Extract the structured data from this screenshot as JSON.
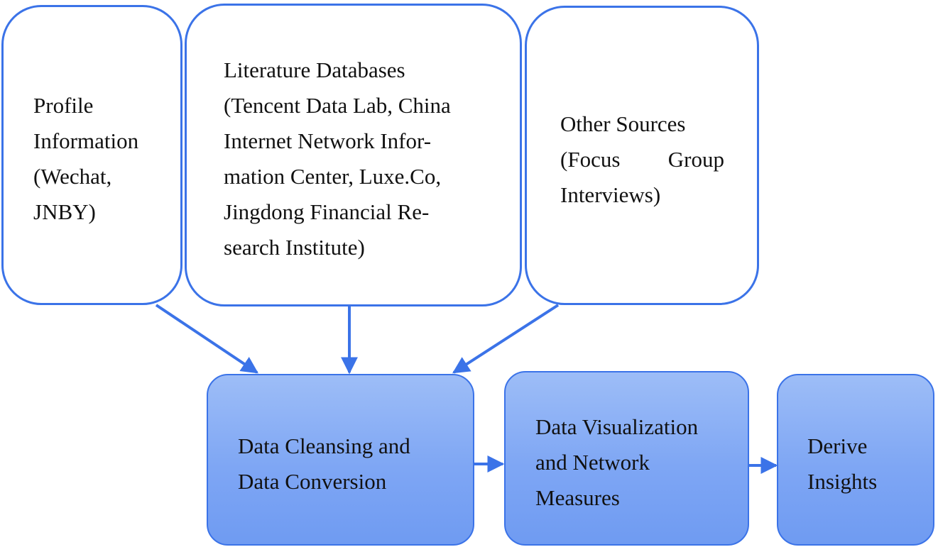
{
  "sources": {
    "profile": {
      "lines": [
        "Profile",
        "Information",
        "(Wechat,",
        "JNBY)"
      ]
    },
    "literature": {
      "lines": [
        "Literature Databases",
        "(Tencent Data Lab, China",
        "Internet Network Infor-",
        "mation Center, Luxe.Co,",
        "Jingdong Financial Re-",
        "search Institute)"
      ]
    },
    "other": {
      "line1": "Other Sources",
      "line2_left": "(Focus",
      "line2_right": "Group",
      "line3": "Interviews)"
    }
  },
  "process": {
    "cleansing": {
      "lines": [
        "Data Cleansing and",
        "Data Conversion"
      ]
    },
    "visualization": {
      "lines": [
        "Data Visualization",
        "and Network",
        "Measures"
      ]
    },
    "insights": {
      "lines": [
        "Derive",
        "Insights"
      ]
    }
  },
  "colors": {
    "border": "#3b73e8",
    "arrow": "#3b73e8",
    "process_fill_top": "#9dbdf7",
    "process_fill_bottom": "#6f9bf2",
    "text": "#111111"
  }
}
